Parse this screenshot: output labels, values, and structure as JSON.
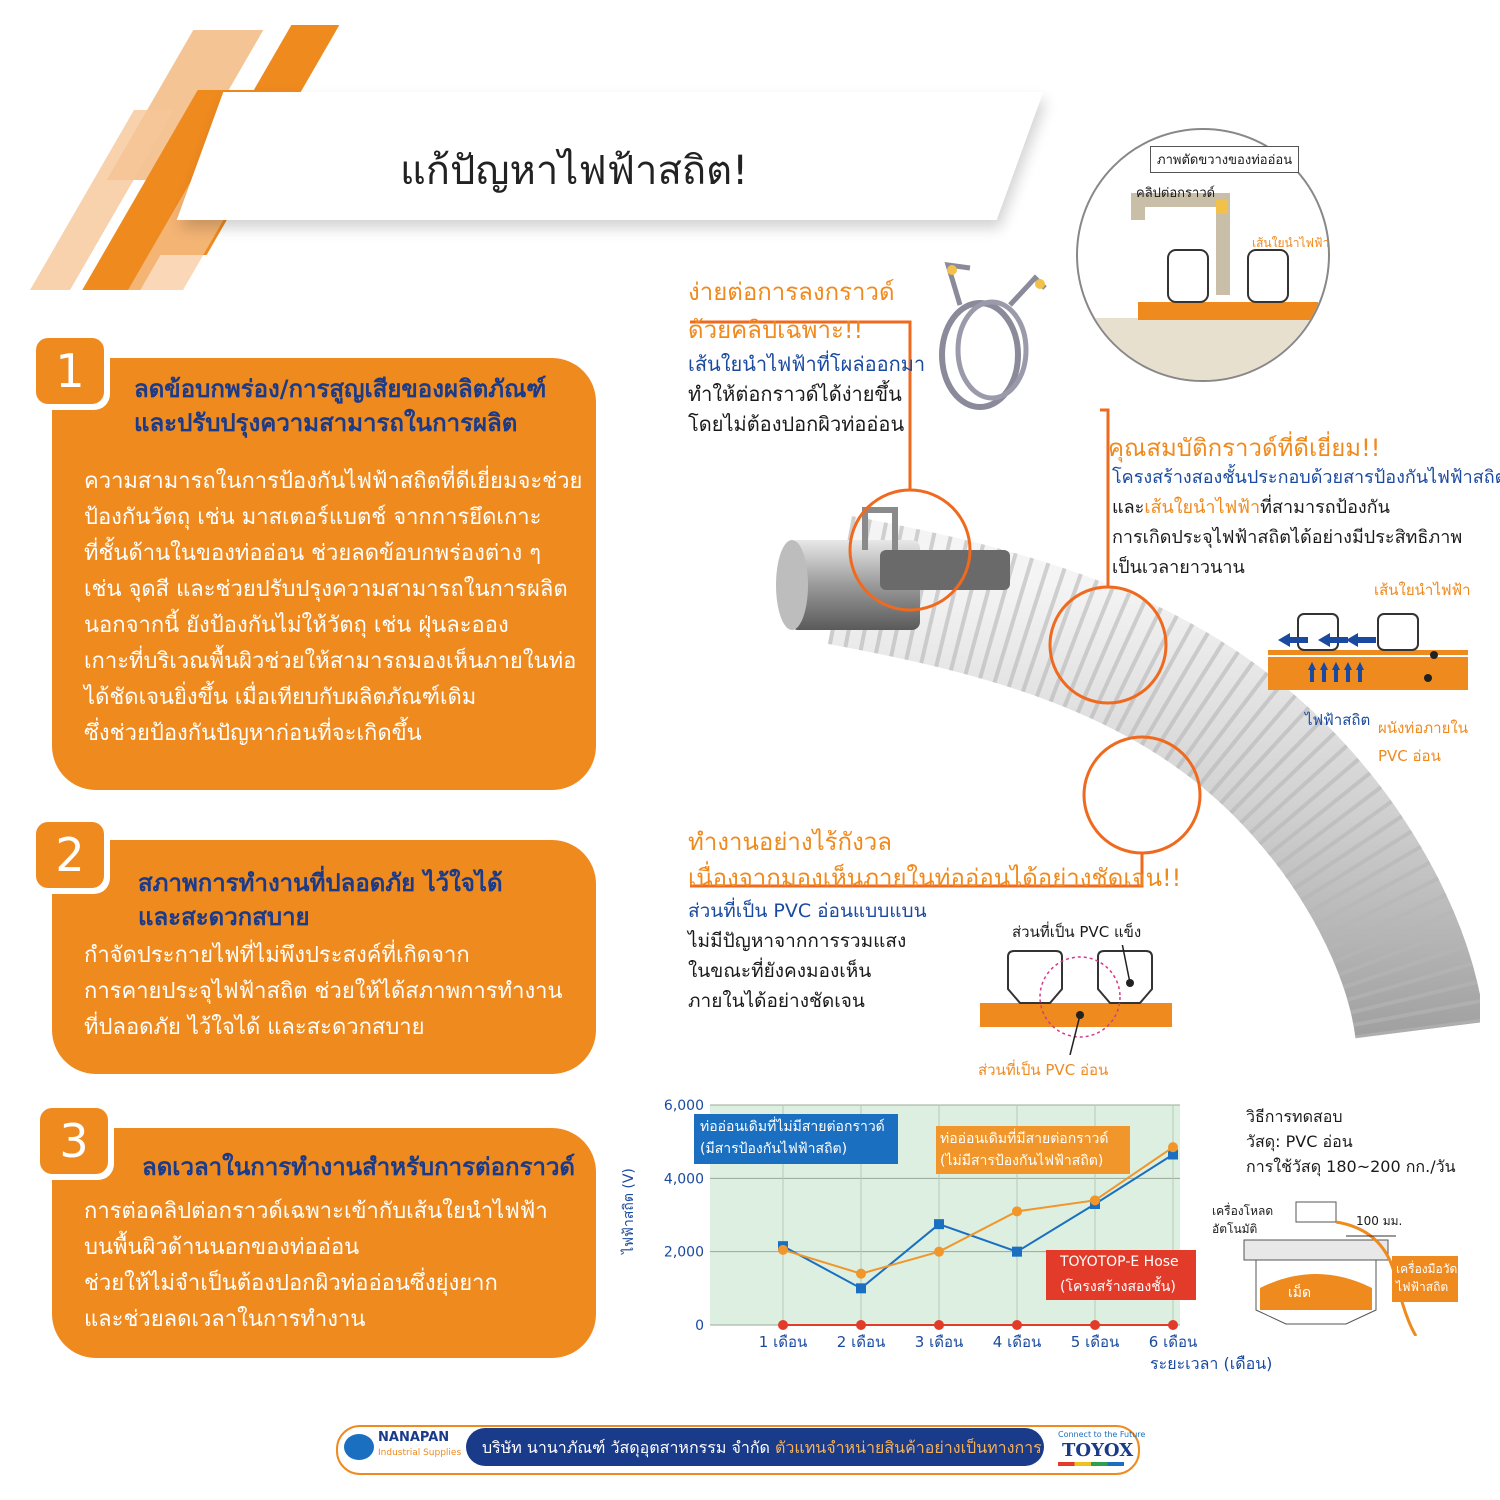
{
  "title": "แก้ปัญหาไฟฟ้าสถิต!",
  "cards": [
    {
      "number": "1",
      "heading1": "ลดข้อบกพร่อง/การสูญเสียของผลิตภัณฑ์",
      "heading2": "และปรับปรุงความสามารถในการผลิต",
      "body": [
        "ความสามารถในการป้องกันไฟฟ้าสถิตที่ดีเยี่ยมจะช่วย",
        "ป้องกันวัตถุ เช่น มาสเตอร์แบตช์ จากการยึดเกาะ",
        "ที่ชั้นด้านในของท่ออ่อน ช่วยลดข้อบกพร่องต่าง ๆ",
        "เช่น จุดสี และช่วยปรับปรุงความสามารถในการผลิต",
        "นอกจากนี้ ยังป้องกันไม่ให้วัตถุ เช่น ฝุ่นละออง",
        "เกาะที่บริเวณพื้นผิวช่วยให้สามารถมองเห็นภายในท่อ",
        "ได้ชัดเจนยิ่งขึ้น เมื่อเทียบกับผลิตภัณฑ์เดิม",
        "ซึ่งช่วยป้องกันปัญหาก่อนที่จะเกิดขึ้น"
      ]
    },
    {
      "number": "2",
      "heading1": "สภาพการทำงานที่ปลอดภัย ไว้ใจได้",
      "heading2": "และสะดวกสบาย",
      "body": [
        "กำจัดประกายไฟที่ไม่พึงประสงค์ที่เกิดจาก",
        "การคายประจุไฟฟ้าสถิต ช่วยให้ได้สภาพการทำงาน",
        "ที่ปลอดภัย ไว้ใจได้ และสะดวกสบาย"
      ]
    },
    {
      "number": "3",
      "heading1": "ลดเวลาในการทำงานสำหรับการต่อกราวด์",
      "heading2": "",
      "body": [
        "การต่อคลิปต่อกราวด์เฉพาะเข้ากับเส้นใยนำไฟฟ้า",
        "บนพื้นผิวด้านนอกของท่ออ่อน",
        "ช่วยให้ไม่จำเป็นต้องปอกผิวท่ออ่อนซึ่งยุ่งยาก",
        "และช่วยลดเวลาในการทำงาน"
      ]
    }
  ],
  "clip_section": {
    "title1": "ง่ายต่อการลงกราวด์",
    "title2": "ด้วยคลิปเฉพาะ!!",
    "line1": "เส้นใยนำไฟฟ้าที่โผล่ออกมา",
    "line2": "ทำให้ต่อกราวด์ได้ง่ายขึ้น",
    "line3": "โดยไม่ต้องปอกผิวท่ออ่อน"
  },
  "cross_section": {
    "label": "ภาพตัดขวางของท่ออ่อน",
    "clip": "คลิปต่อกราวด์",
    "fiber": "เส้นใยนำไฟฟ้า"
  },
  "grounding_section": {
    "title": "คุณสมบัติกราวด์ที่ดีเยี่ยม!!",
    "line1": "โครงสร้างสองชั้นประกอบด้วยสารป้องกันไฟฟ้าสถิต",
    "line2a": "และ",
    "line2b": "เส้นใยนำไฟฟ้า",
    "line2c": "ที่สามารถป้องกัน",
    "line3": "การเกิดประจุไฟฟ้าสถิตได้อย่างมีประสิทธิภาพ",
    "line4": "เป็นเวลายาวนาน",
    "fiber": "เส้นใยนำไฟฟ้า",
    "static": "ไฟฟ้าสถิต",
    "inner1": "ผนังท่อภายใน",
    "inner2": "PVC อ่อน"
  },
  "visibility_section": {
    "title1": "ทำงานอย่างไร้กังวล",
    "title2": "เนื่องจากมองเห็นภายในท่ออ่อนได้อย่างชัดเจน!!",
    "line1": "ส่วนที่เป็น PVC อ่อนแบบแบน",
    "line2": "ไม่มีปัญหาจากการรวมแสง",
    "line3": "ในขณะที่ยังคงมองเห็น",
    "line4": "ภายในได้อย่างชัดเจน",
    "hard": "ส่วนที่เป็น PVC แข็ง",
    "soft": "ส่วนที่เป็น PVC อ่อน"
  },
  "chart_data": {
    "type": "line",
    "categories": [
      "1 เดือน",
      "2 เดือน",
      "3 เดือน",
      "4 เดือน",
      "5 เดือน",
      "6 เดือน"
    ],
    "ylabel": "ไฟฟ้าสถิต (V)",
    "xlabel": "ระยะเวลา (เดือน)",
    "ylim": [
      0,
      6000
    ],
    "yticks": [
      "0",
      "2,000",
      "4,000",
      "6,000"
    ],
    "series": [
      {
        "name": "ท่ออ่อนเดิมที่ไม่มีสายต่อกราวด์ (มีสารป้องกันไฟฟ้าสถิต)",
        "color": "#1a6fc0",
        "values": [
          2150,
          1000,
          2750,
          2000,
          3300,
          4650
        ]
      },
      {
        "name": "ท่ออ่อนเดิมที่มีสายต่อกราวด์ (ไม่มีสารป้องกันไฟฟ้าสถิต)",
        "color": "#f0962a",
        "values": [
          2050,
          1400,
          2000,
          3100,
          3400,
          4850
        ]
      },
      {
        "name": "TOYOTOP-E Hose (โครงสร้างสองชั้น)",
        "color": "#e23b2a",
        "values": [
          0,
          0,
          0,
          0,
          0,
          0
        ]
      }
    ],
    "labels": {
      "blue1": "ท่ออ่อนเดิมที่ไม่มีสายต่อกราวด์",
      "blue2": "(มีสารป้องกันไฟฟ้าสถิต)",
      "orange1": "ท่ออ่อนเดิมที่มีสายต่อกราวด์",
      "orange2": "(ไม่มีสารป้องกันไฟฟ้าสถิต)",
      "red1": "TOYOTOP-E Hose",
      "red2": "(โครงสร้างสองชั้น)"
    }
  },
  "test_method": {
    "title": "วิธีการทดสอบ",
    "material": "วัสดุ: PVC อ่อน",
    "usage": "การใช้วัสดุ 180~200 กก./วัน",
    "loader1": "เครื่องโหลด",
    "loader2": "อัตโนมัติ",
    "distance": "100 มม.",
    "meter1": "เครื่องมือวัด",
    "meter2": "ไฟฟ้าสถิต",
    "pellet": "เม็ด"
  },
  "footer": {
    "brand": "NANAPAN",
    "brand_sub": "Industrial Supplies",
    "text_a": "บริษัท นานาภัณฑ์ วัสดุอุตสาหกรรม จำกัด",
    "text_b": "ตัวแทนจำหน่ายสินค้าอย่างเป็นทางการ",
    "toyox_tag": "Connect to the Future",
    "toyox": "TOYOX"
  },
  "colors": {
    "orange": "#ef8a1f",
    "blue": "#1a4aa0",
    "red": "#e23b2a"
  }
}
